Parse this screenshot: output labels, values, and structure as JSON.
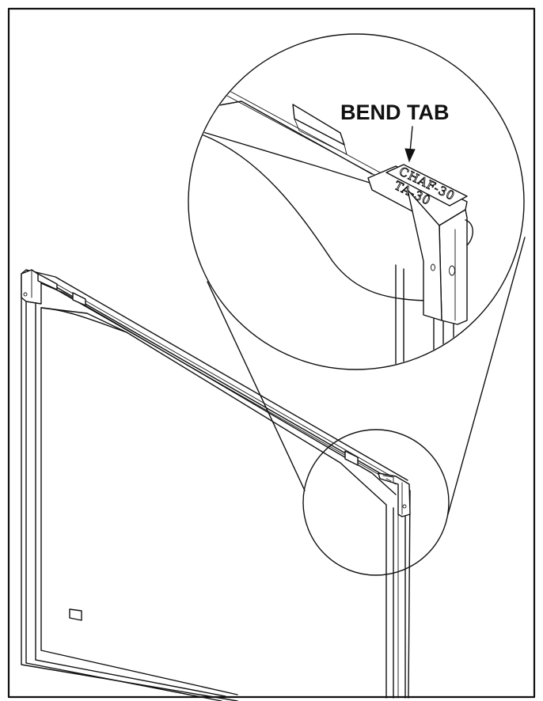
{
  "callout": {
    "label": "BEND TAB"
  },
  "part_labels": {
    "upper": "CHAF-30",
    "lower": "TA-30"
  },
  "colors": {
    "line": "#111111",
    "background": "#ffffff"
  }
}
